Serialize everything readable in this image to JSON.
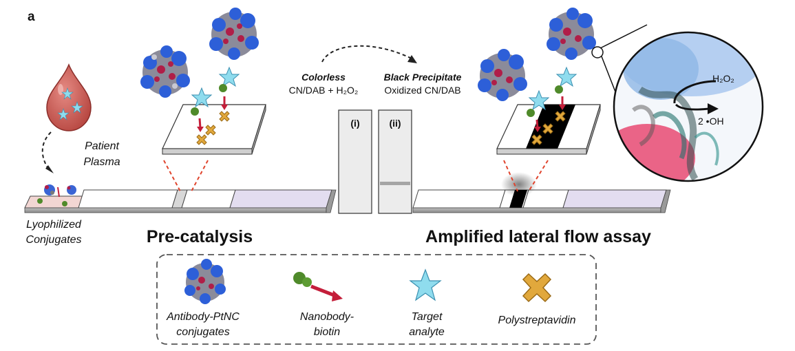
{
  "panel_label": "a",
  "left": {
    "patient_line1": "Patient",
    "patient_line2": "Plasma",
    "lyophilized_line1": "Lyophilized",
    "lyophilized_line2": "Conjugates",
    "title": "Pre-catalysis"
  },
  "center": {
    "colorless_label": "Colorless",
    "colorless_formula": "CN/DAB + H₂O₂",
    "black_label": "Black Precipitate",
    "black_formula": "Oxidized CN/DAB",
    "strip_i": "(i)",
    "strip_ii": "(ii)"
  },
  "right": {
    "title": "Amplified lateral flow assay",
    "zoom_h2o2": "H₂O₂",
    "zoom_oh": "2 •OH"
  },
  "legend": {
    "items": [
      {
        "line1": "Antibody-PtNC",
        "line2": "conjugates"
      },
      {
        "line1": "Nanobody-",
        "line2": "biotin"
      },
      {
        "line1": "Target",
        "line2": "analyte"
      },
      {
        "line1": "Polystreptavidin",
        "line2": ""
      }
    ]
  },
  "colors": {
    "blood": "#c9605a",
    "target": "#8fdcee",
    "polystrep": "#e1a83c",
    "arrow_red": "#c41e3a",
    "nanobody": "#4f8a2a",
    "protein_blue": "#2d5fd8",
    "pad_pink": "#f2d6d3",
    "pad_lavender": "#e3ddf0"
  }
}
